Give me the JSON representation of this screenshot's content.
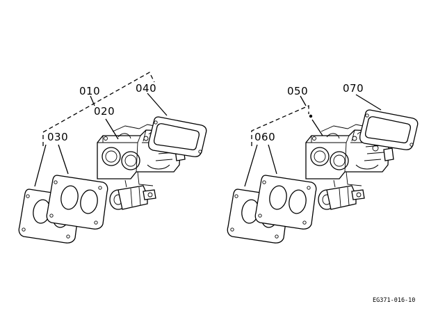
{
  "diagram": {
    "callouts": {
      "c010": "010",
      "c020": "020",
      "c030": "030",
      "c040": "040",
      "c050": "050",
      "c060": "060",
      "c070": "070"
    },
    "figure_code": "EG371-016-10"
  }
}
